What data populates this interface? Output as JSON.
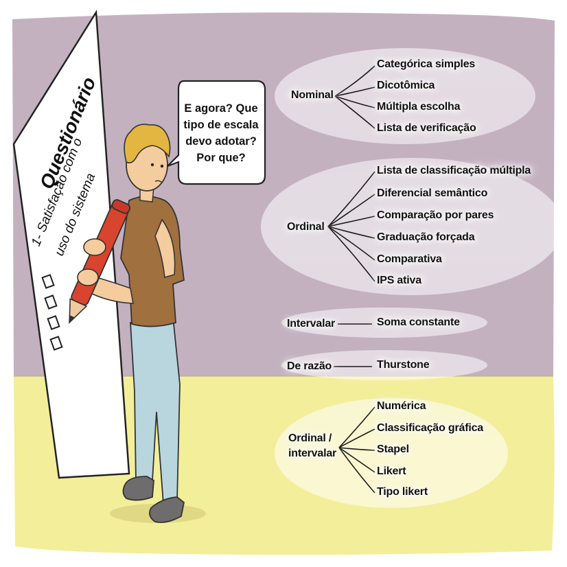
{
  "questionnaire": {
    "title": "Questionário",
    "line1": "1- Satisfação com o",
    "line2": "uso do sistema"
  },
  "speech_bubble": {
    "lines": [
      "E agora? Que",
      "tipo de escala",
      "devo adotar?",
      "Por que?"
    ]
  },
  "scales": {
    "nominal": {
      "label": "Nominal",
      "items": [
        "Categórica simples",
        "Dicotômica",
        "Múltipla escolha",
        "Lista de verificação"
      ]
    },
    "ordinal": {
      "label": "Ordinal",
      "items": [
        "Lista de classificação múltipla",
        "Diferencial semântico",
        "Comparação por pares",
        "Graduação forçada",
        "Comparativa",
        "IPS ativa"
      ]
    },
    "intervalar": {
      "label": "Intervalar",
      "items": [
        "Soma constante"
      ]
    },
    "razao": {
      "label": "De razão",
      "items": [
        "Thurstone"
      ]
    },
    "ordinal_intervalar": {
      "label_line1": "Ordinal /",
      "label_line2": "intervalar",
      "items": [
        "Numérica",
        "Classificação gráfica",
        "Stapel",
        "Likert",
        "Tipo likert"
      ]
    }
  },
  "colors": {
    "wall": "#c3b1c0",
    "floor": "#f3ee99",
    "shirt": "#a0703f",
    "jeans": "#b9d6df",
    "pencil": "#d9442e",
    "hair": "#e2b640",
    "skin": "#f4cc9e"
  }
}
